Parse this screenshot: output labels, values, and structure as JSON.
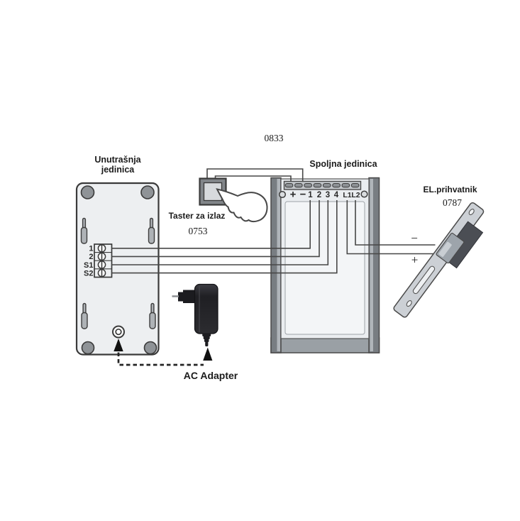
{
  "codes": {
    "system_code": "0833",
    "exit_button_code": "0753",
    "strike_code": "0787"
  },
  "indoor_unit": {
    "title_line1": "Unutrašnja",
    "title_line2": "jedinica",
    "terminals": [
      "1",
      "2",
      "S1",
      "S2"
    ]
  },
  "outdoor_unit": {
    "title": "Spoljna jedinica",
    "terminals": [
      "+",
      "−",
      "1",
      "2",
      "3",
      "4",
      "L1",
      "L2"
    ]
  },
  "exit_button": {
    "label": "Taster za izlaz"
  },
  "strike": {
    "label": "EL.prihvatnik",
    "wire_minus": "−",
    "wire_plus": "+"
  },
  "ac_adapter": {
    "label": "AC Adapter"
  },
  "colors": {
    "wire": "#474747",
    "outline": "#3a3a3a",
    "indoor_fill": "#edeff1",
    "outdoor_frame": "#9aa0a5",
    "outdoor_bar": "#787d82",
    "panel_fill": "#eaedf0",
    "adapter_dark": "#232327",
    "plate_fill": "#ccd0d5",
    "strike_body": "#4b4e54"
  }
}
